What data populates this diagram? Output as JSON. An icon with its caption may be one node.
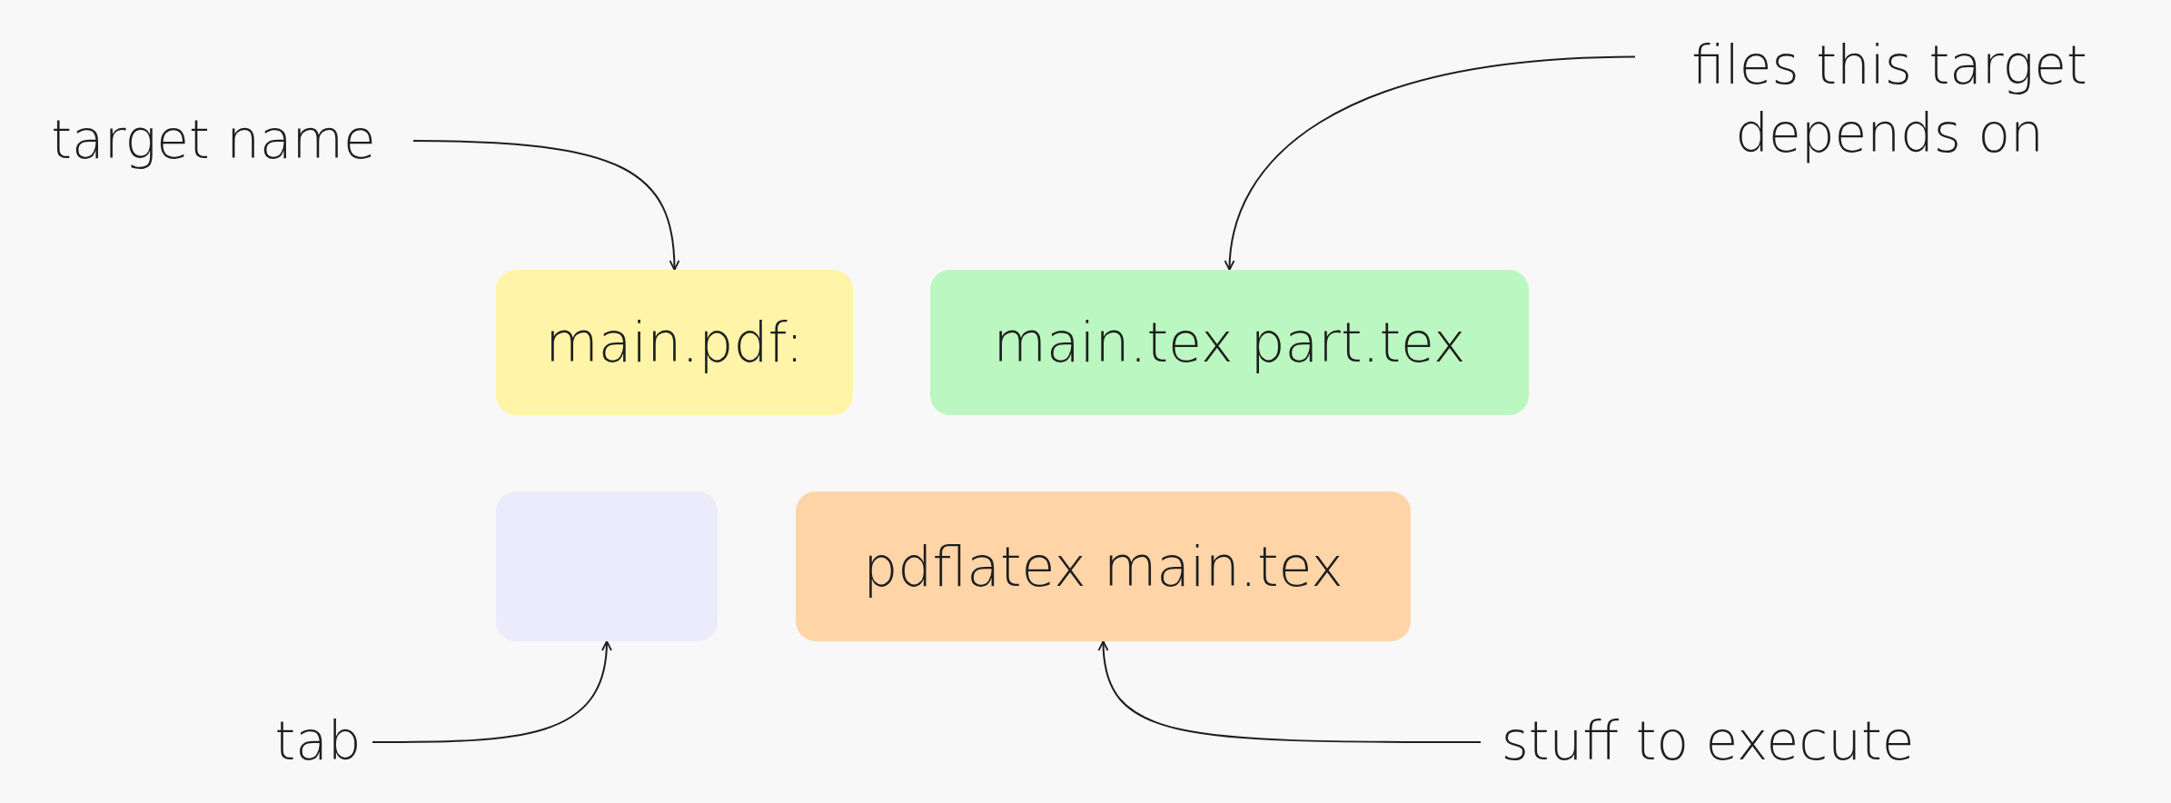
{
  "diagram": {
    "nodes": [
      {
        "text": [
          "target name"
        ]
      },
      {
        "text": [
          "main.pdf:"
        ]
      },
      {
        "text": [
          "main.tex part.tex"
        ]
      },
      {
        "text": [
          "files this target depends on"
        ]
      },
      {
        "text": [],
        "shape": "box"
      },
      {
        "text": [
          "pdflatex main.tex"
        ]
      },
      {
        "text": [
          "tab"
        ]
      },
      {
        "text": [
          "stuff to execute"
        ]
      }
    ],
    "edges": [
      {
        "from": 0,
        "to": 1,
        "arrow": "to"
      },
      {
        "from": 3,
        "to": 2,
        "arrow": "to"
      },
      {
        "from": 6,
        "to": 4,
        "arrow": "to"
      },
      {
        "from": 7,
        "to": 5,
        "arrow": "to"
      }
    ]
  }
}
